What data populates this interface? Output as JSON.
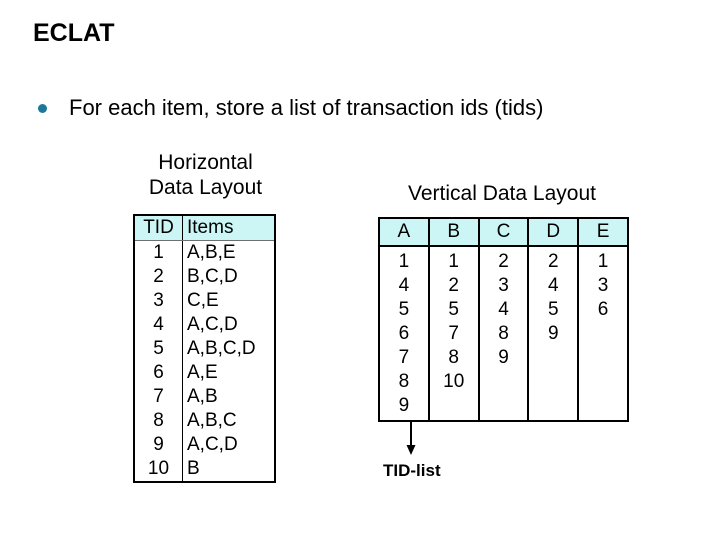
{
  "slide": {
    "title": "ECLAT",
    "bullet": "For each item, store a list of transaction ids (tids)",
    "bullet_color": "#1b7898"
  },
  "horizontal_layout": {
    "title": "Horizontal\nData Layout",
    "header_bg": "#ccf5f5",
    "columns": [
      "TID",
      "Items"
    ],
    "rows": [
      {
        "tid": "1",
        "items": "A,B,E"
      },
      {
        "tid": "2",
        "items": "B,C,D"
      },
      {
        "tid": "3",
        "items": "C,E"
      },
      {
        "tid": "4",
        "items": "A,C,D"
      },
      {
        "tid": "5",
        "items": "A,B,C,D"
      },
      {
        "tid": "6",
        "items": "A,E"
      },
      {
        "tid": "7",
        "items": "A,B"
      },
      {
        "tid": "8",
        "items": "A,B,C"
      },
      {
        "tid": "9",
        "items": "A,C,D"
      },
      {
        "tid": "10",
        "items": "B"
      }
    ]
  },
  "vertical_layout": {
    "title": "Vertical Data Layout",
    "header_bg": "#ccf5f5",
    "columns": [
      {
        "label": "A",
        "tids": [
          "1",
          "4",
          "5",
          "6",
          "7",
          "8",
          "9"
        ]
      },
      {
        "label": "B",
        "tids": [
          "1",
          "2",
          "5",
          "7",
          "8",
          "10"
        ]
      },
      {
        "label": "C",
        "tids": [
          "2",
          "3",
          "4",
          "8",
          "9"
        ]
      },
      {
        "label": "D",
        "tids": [
          "2",
          "4",
          "5",
          "9"
        ]
      },
      {
        "label": "E",
        "tids": [
          "1",
          "3",
          "6"
        ]
      }
    ],
    "annotation": "TID-list"
  }
}
